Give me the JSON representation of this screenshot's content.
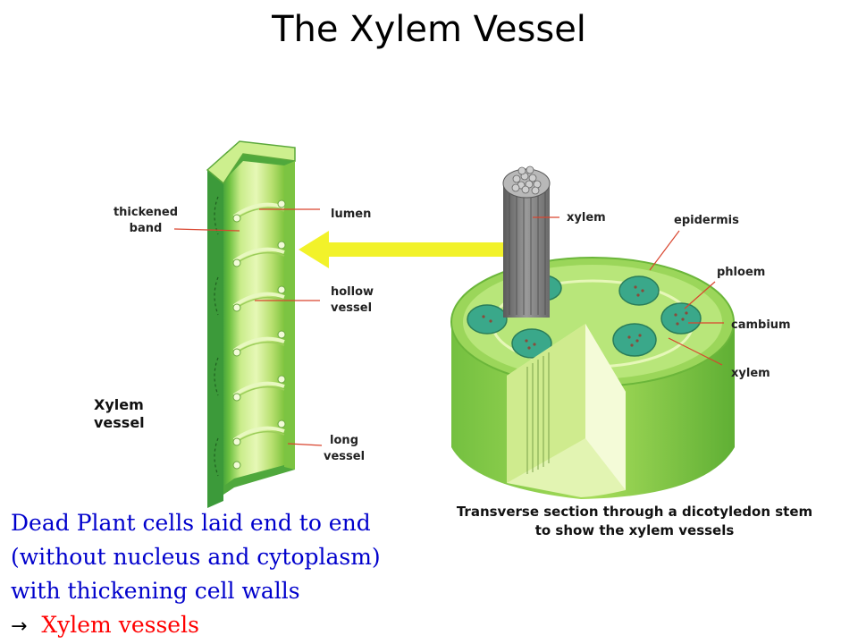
{
  "title": "The Xylem Vessel",
  "vessel_labels": {
    "thickened_band": "thickened\nband",
    "lumen": "lumen",
    "hollow_vessel": "hollow\nvessel",
    "long_vessel": "long\nvessel",
    "xylem_vessel": "Xylem\nvessel"
  },
  "stem_labels": {
    "xylem_top": "xylem",
    "epidermis": "epidermis",
    "phloem": "phloem",
    "cambium": "cambium",
    "xylem_bottom": "xylem"
  },
  "caption": "Transverse section through a dicotyledon stem to show the xylem vessels",
  "description": {
    "line1": "Dead Plant cells laid end to end",
    "line2": "(without nucleus and cytoplasm)",
    "line3": "with thickening cell walls",
    "arrow": "→",
    "line4": "Xylem vessels"
  },
  "colors": {
    "light_green": "#d8f0a0",
    "mid_green": "#8fd050",
    "dark_green": "#3c9a3a",
    "arrow_yellow": "#f2f22a",
    "label_line": "#d9442e",
    "description_text": "#0000cc",
    "highlight_text": "#ff0000"
  }
}
